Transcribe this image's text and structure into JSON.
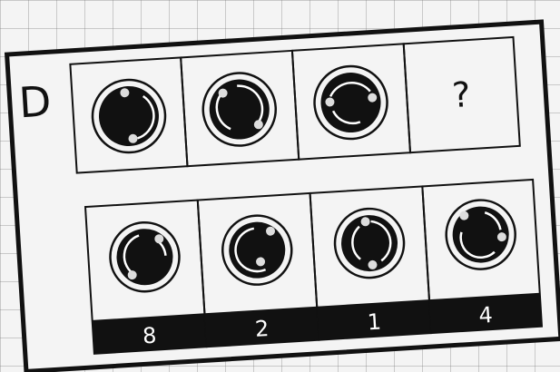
{
  "puzzle": {
    "label": "D",
    "question_mark": "?",
    "sequence": [
      {
        "arc": "right",
        "dots": [
          "top",
          "bottom-left"
        ]
      },
      {
        "arc": "bottom-right",
        "dots": [
          "top-left",
          "bottom-right"
        ]
      },
      {
        "arc": "bottom",
        "dots": [
          "left",
          "right"
        ]
      },
      {
        "arc": "unknown",
        "dots": []
      }
    ],
    "answers": [
      {
        "number": "8",
        "arc": "left",
        "dots": [
          "top-right",
          "bottom-left"
        ]
      },
      {
        "number": "2",
        "arc": "left-bottom",
        "dots": [
          "top-right",
          "bottom-center"
        ]
      },
      {
        "number": "1",
        "arc": "right",
        "dots": [
          "top",
          "bottom"
        ]
      },
      {
        "number": "4",
        "arc": "bottom-right",
        "dots": [
          "top-left",
          "right"
        ]
      }
    ]
  }
}
